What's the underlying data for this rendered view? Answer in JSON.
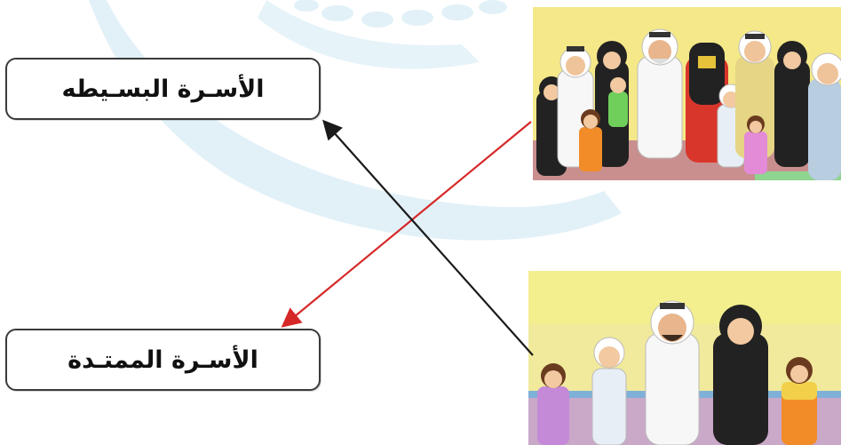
{
  "labels": {
    "simple_family": "الأسـرة البسـيطه",
    "extended_family": "الأسـرة الممتـدة"
  },
  "colors": {
    "box_border": "#3a3a3a",
    "arrow_black": "#1a1a1a",
    "arrow_red": "#d62828",
    "watermark": "#dbeef6",
    "panel_bg_top": "#f4e889",
    "panel_bg_bottom": "#f1ea9c"
  },
  "images": {
    "top": "extended-family-illustration",
    "bottom": "simple-family-illustration"
  }
}
